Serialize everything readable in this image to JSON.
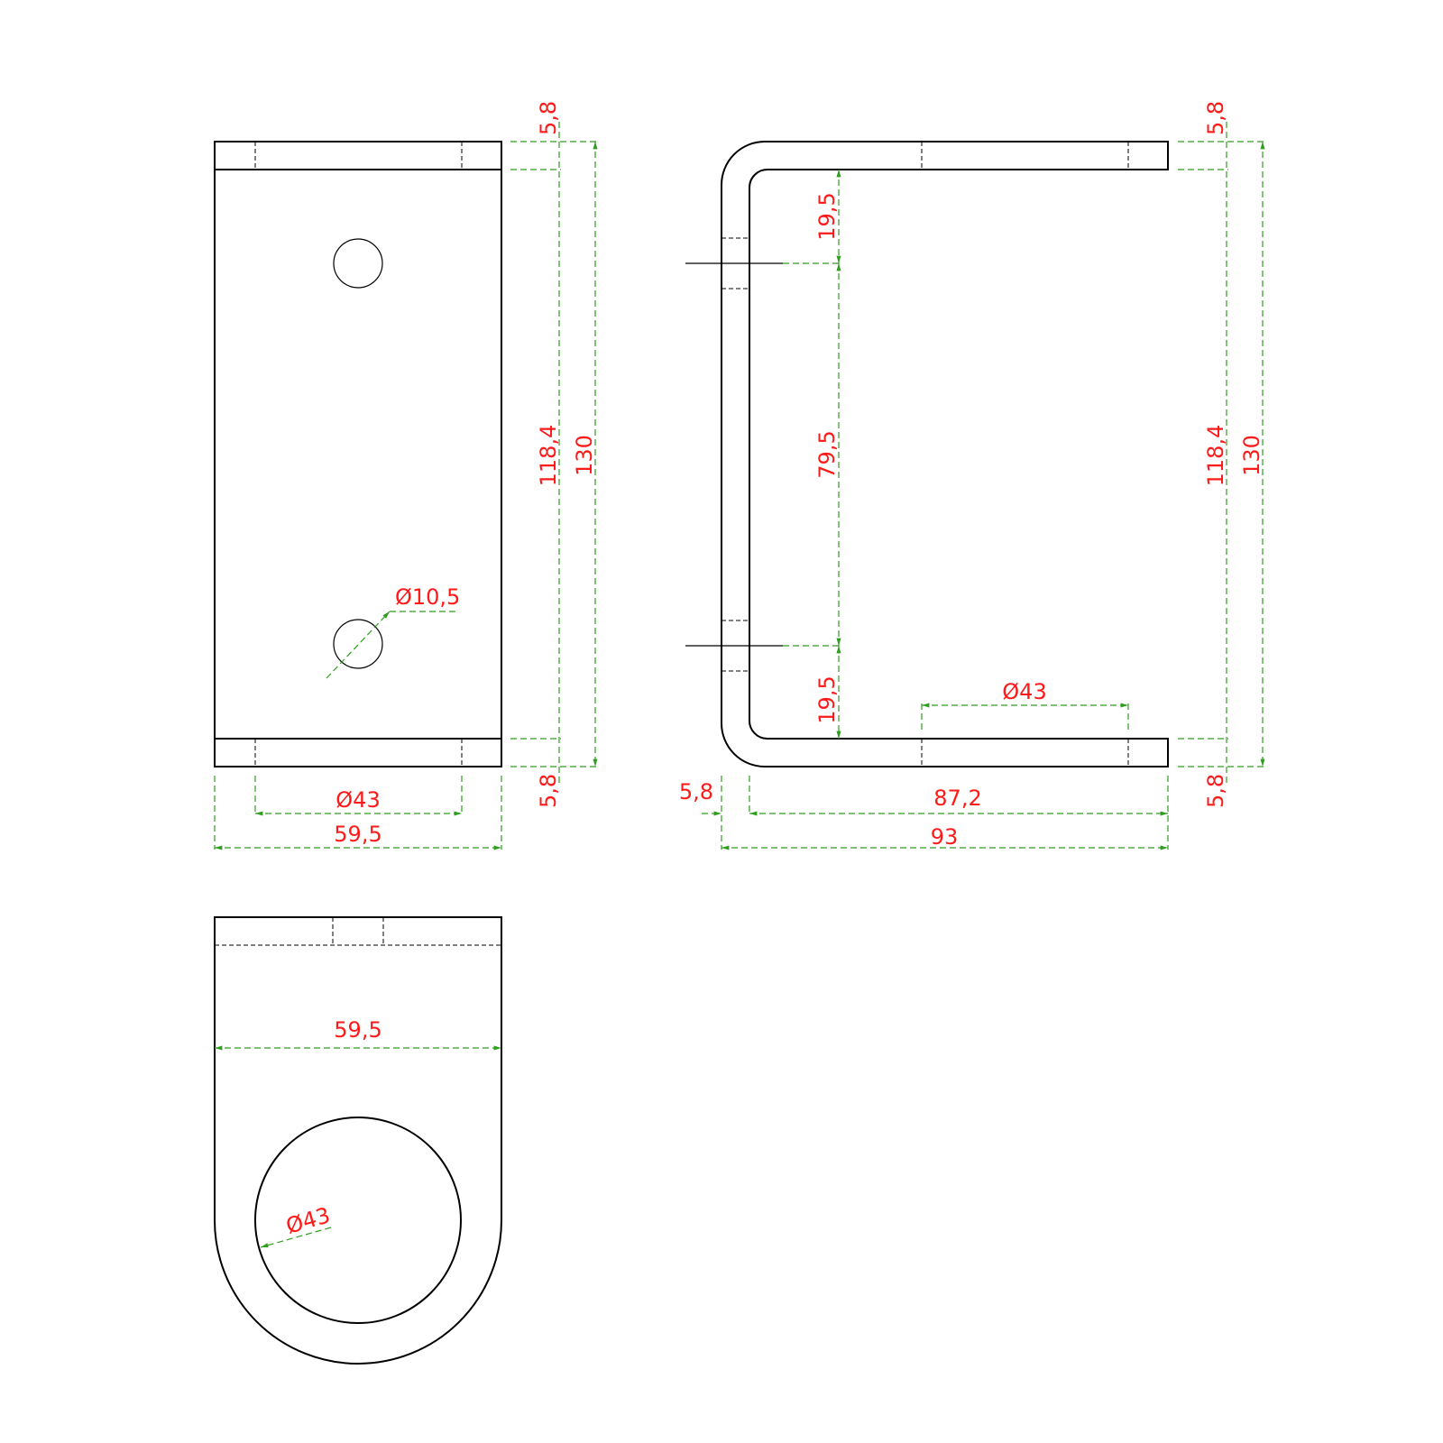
{
  "colors": {
    "outline": "#000000",
    "dimension_line": "#2f9e1f",
    "dimension_text": "#ff1a1a",
    "background": "#ffffff"
  },
  "front_view": {
    "thickness_top": "5,8",
    "thickness_bottom": "5,8",
    "inner_height": "118,4",
    "total_height": "130",
    "hole_diameter": "Ø10,5",
    "tube_diameter": "Ø43",
    "width": "59,5"
  },
  "side_view": {
    "thickness_top": "5,8",
    "thickness_bottom": "5,8",
    "hole_offset_top": "19,5",
    "hole_spacing": "79,5",
    "hole_offset_bottom": "19,5",
    "inner_height": "118,4",
    "total_height": "130",
    "tube_diameter": "Ø43",
    "wall_thickness": "5,8",
    "inner_length": "87,2",
    "total_length": "93"
  },
  "top_view": {
    "width": "59,5",
    "tube_diameter": "Ø43"
  }
}
